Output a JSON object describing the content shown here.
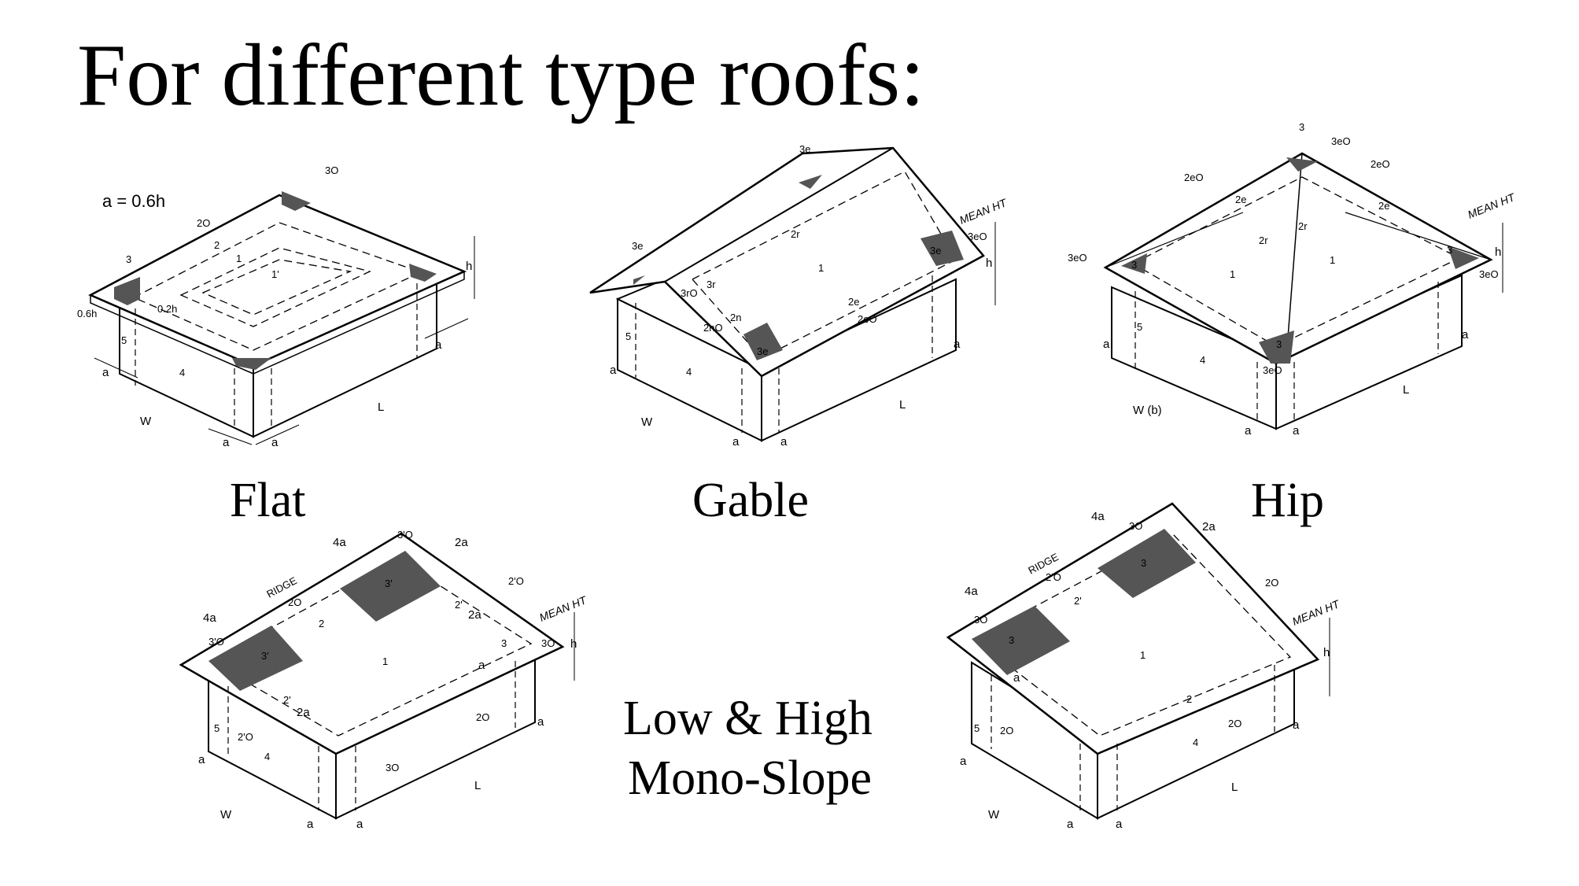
{
  "title": "For different type roofs:",
  "captions": {
    "flat": "Flat",
    "gable": "Gable",
    "hip": "Hip",
    "mono_line1": "Low & High",
    "mono_line2": "Mono-Slope"
  },
  "flat": {
    "formula": "a = 0.6h",
    "zones": [
      "1'",
      "1",
      "2",
      "3",
      "4",
      "5"
    ],
    "labels": {
      "w": "W",
      "l": "L",
      "h": "h",
      "a": "a",
      "z2o": "2O",
      "z3o": "3O",
      "f06h": "0.6h",
      "f02h": "0.2h"
    }
  },
  "gable": {
    "labels": {
      "w": "W",
      "l": "L",
      "h": "h",
      "a": "a",
      "mean_ht": "MEAN HT",
      "z3e": "3e",
      "z3r": "3r",
      "z3ro": "3rO",
      "z2r": "2r",
      "z2n": "2n",
      "z2no": "2nO",
      "z2e": "2e",
      "z2eo": "2eO",
      "z3eo": "3eO",
      "z1": "1",
      "z4": "4",
      "z5": "5"
    }
  },
  "hip": {
    "labels": {
      "w": "W (b)",
      "l": "L",
      "h": "h",
      "a": "a",
      "mean_ht": "MEAN HT",
      "z3": "3",
      "z3eo": "3eO",
      "z2eo": "2eO",
      "z2e": "2e",
      "z2r": "2r",
      "z1": "1",
      "z4": "4",
      "z5": "5"
    }
  },
  "mono_low": {
    "labels": {
      "w": "W",
      "l": "L",
      "h": "h",
      "a": "a",
      "a4": "4a",
      "a2": "2a",
      "ridge": "RIDGE",
      "mean_ht": "MEAN HT",
      "z3p": "3'",
      "z3po": "3'O",
      "z2p": "2'",
      "z2po": "2'O",
      "z2o": "2O",
      "z3o": "3O",
      "z1": "1",
      "z2": "2",
      "z3": "3",
      "z4": "4",
      "z5": "5"
    }
  },
  "mono_high": {
    "labels": {
      "w": "W",
      "l": "L",
      "h": "h",
      "a": "a",
      "a4": "4a",
      "a2": "2a",
      "ridge": "RIDGE",
      "mean_ht": "MEAN HT",
      "z3": "3",
      "z3o": "3O",
      "z2p": "2'",
      "z2po": "2'O",
      "z2o": "2O",
      "z1": "1",
      "z2": "2",
      "z4": "4",
      "z5": "5"
    }
  }
}
